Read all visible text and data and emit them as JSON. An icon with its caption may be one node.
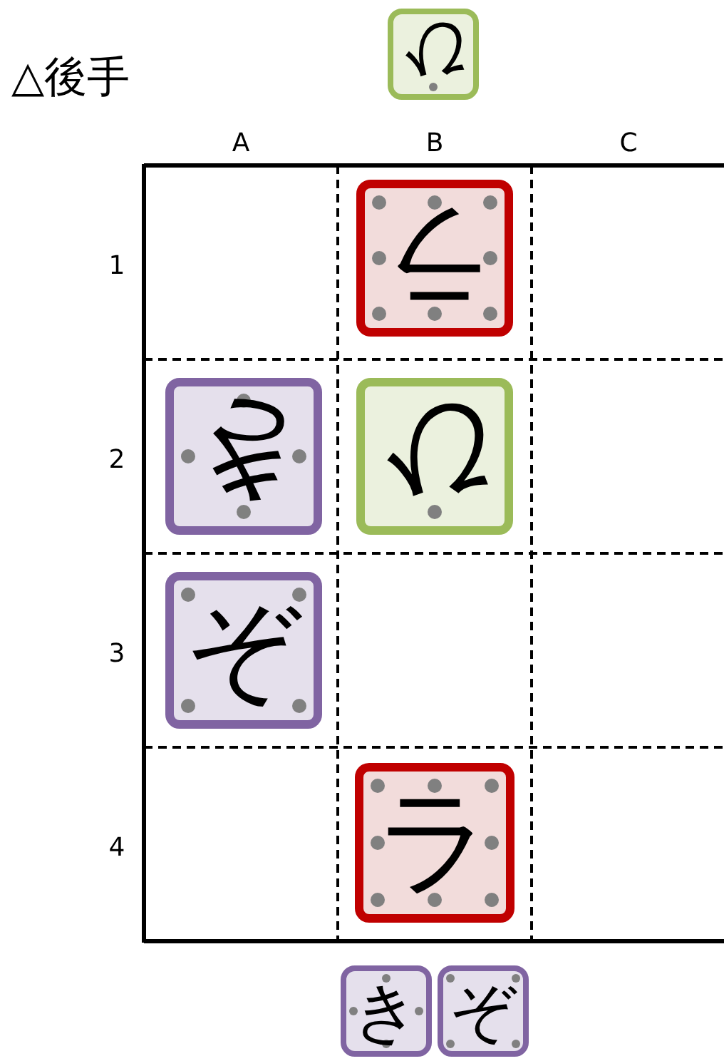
{
  "diagram": {
    "nodes": [
      {
        "text": [
          "ひ"
        ]
      },
      {
        "text": [
          "ラ"
        ]
      },
      {
        "text": [
          "き"
        ]
      },
      {
        "text": [
          "ひ"
        ]
      },
      {
        "text": [
          "ぞ"
        ]
      },
      {
        "text": [
          "ラ"
        ]
      },
      {
        "text": [
          "き"
        ]
      },
      {
        "text": [
          "ぞ"
        ]
      }
    ],
    "labels": [
      "△後手",
      "A",
      "B",
      "C",
      "1",
      "2",
      "3",
      "4"
    ]
  }
}
